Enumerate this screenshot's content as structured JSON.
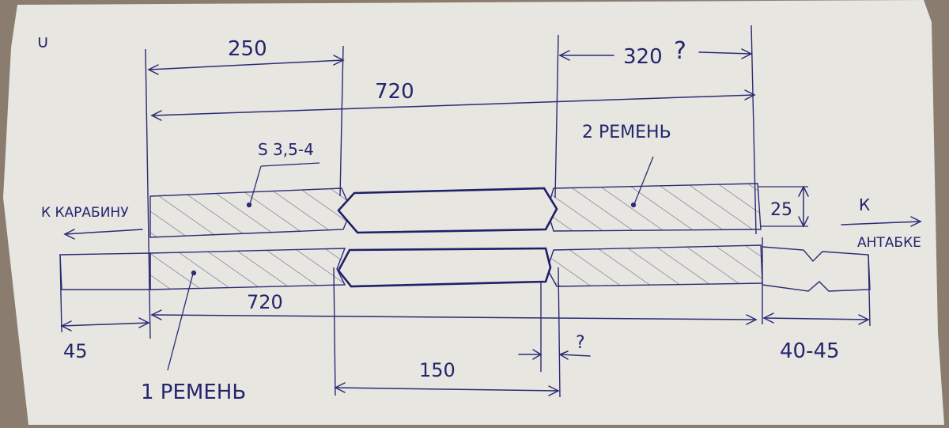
{
  "colors": {
    "ink": "#23256e",
    "paper": "#e7e6e1",
    "background": "#8a7d70"
  },
  "annotations": {
    "corner_mark": "∪",
    "dim_250": "250",
    "dim_320": "320",
    "dim_320_question": "?",
    "dim_720_top": "720",
    "material": "S 3,5-4",
    "belt_2": "2 РЕМЕНЬ",
    "to_carabiner": "К КАРАБИНУ",
    "height_25": "25",
    "to_antabka_k": "К",
    "to_antabka": "АНТАБКЕ",
    "dim_720_bottom": "720",
    "dim_45": "45",
    "belt_1": "1 РЕМЕНЬ",
    "dim_150": "150",
    "gap_question": "?",
    "dim_40_45": "40-45"
  }
}
